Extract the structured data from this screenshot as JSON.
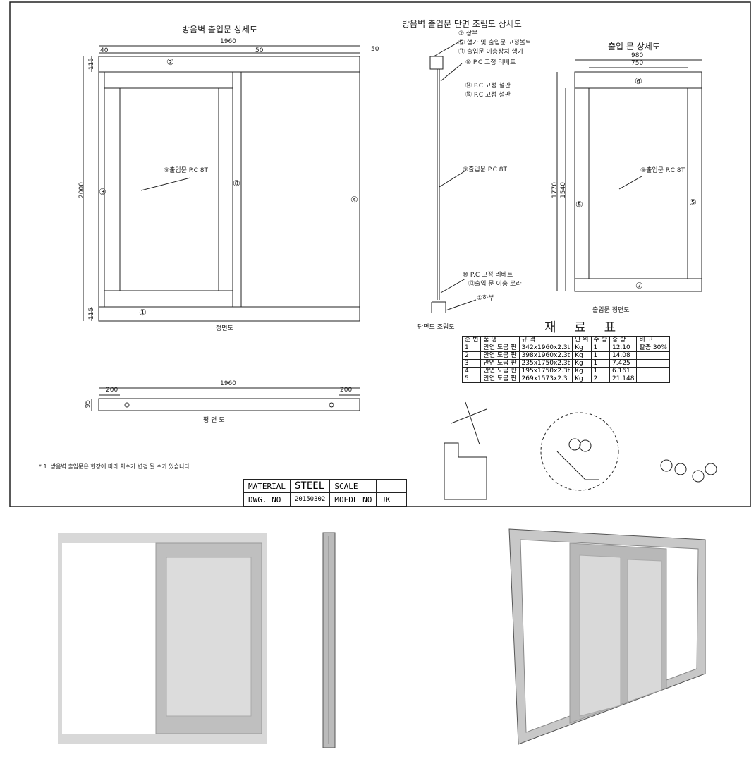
{
  "front_view": {
    "title": "방음벽 출입문 상세도",
    "dim_width": "1960",
    "dim_left": "40",
    "dim_mid": "50",
    "dim_right": "50",
    "dim_height": "2000",
    "dim_top": "115",
    "dim_bottom": "115",
    "label_2": "②",
    "label_3": "③",
    "label_8": "⑧",
    "label_4": "④",
    "label_1": "①",
    "pc_label": "⑨출입문 P.C 8T",
    "caption": "정면도"
  },
  "plan_view": {
    "dim_width": "1960",
    "dim_left": "200",
    "dim_right": "200",
    "dim_depth": "95",
    "caption": "평 면 도"
  },
  "note": "* 1. 방음벽 출입문은 현장에 따라 치수가 변경 될 수가 있습니다.",
  "section": {
    "title": "방음벽 출입문 단면 조립도 상세도",
    "labels": [
      "② 상부",
      "⑫ 행가 및 출입문 고정볼트",
      "⑪ 출입문 이송장치 행가",
      "⑩ P.C 고정 리베트",
      "⑭ P.C 고정 철판",
      "⑮ P.C 고정 철판",
      "⑨출입문 P.C 8T",
      "⑩ P.C 고정 리베트",
      "⑬출입 문 이송 로라",
      "①하부"
    ],
    "caption": "단면도 조립도"
  },
  "door_detail": {
    "title": "출입 문 상세도",
    "dim_outer": "980",
    "dim_inner": "750",
    "dim_h1": "1770",
    "dim_h2": "1540",
    "label_6": "⑥",
    "label_5": "⑤",
    "label_7": "⑦",
    "pc_label": "⑨출입문 P.C 8T",
    "caption": "출입문 정면도"
  },
  "materials": {
    "title": "재 료 표",
    "headers": [
      "순 번",
      "품   명",
      "규   격",
      "단 위",
      "수 량",
      "중 량",
      "비 고"
    ],
    "rows": [
      [
        "1",
        "안연 도금 판",
        "342x1960x2.3t",
        "Kg",
        "1",
        "12.10",
        "할증 30%"
      ],
      [
        "2",
        "안연 도금 판",
        "398x1960x2.3t",
        "Kg",
        "1",
        "14.08",
        ""
      ],
      [
        "3",
        "안연 도금 판",
        "235x1750x2.3t",
        "Kg",
        "1",
        "7.425",
        ""
      ],
      [
        "4",
        "안연 도금 판",
        "195x1750x2.3t",
        "Kg",
        "1",
        "6.161",
        ""
      ],
      [
        "5",
        "안연 도금 판",
        "269x1573x2.3",
        "Kg",
        "2",
        "21.148",
        ""
      ]
    ]
  },
  "title_block": {
    "material_label": "MATERIAL",
    "material": "STEEL",
    "scale_label": "SCALE",
    "dwg_label": "DWG. NO",
    "dwg_no": "20150302",
    "model_label": "MOEDL NO",
    "model": "JK"
  }
}
